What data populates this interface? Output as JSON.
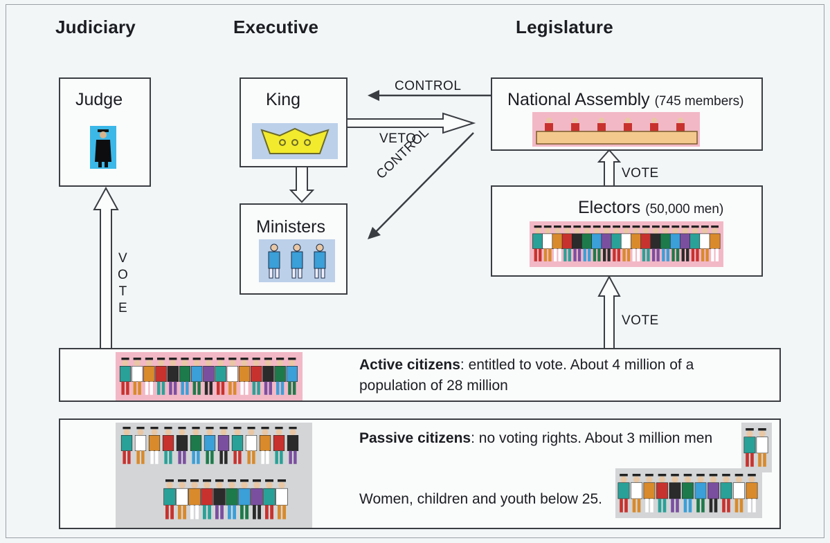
{
  "headings": {
    "judiciary": "Judiciary",
    "executive": "Executive",
    "legislature": "Legislature"
  },
  "boxes": {
    "judge": "Judge",
    "king": "King",
    "ministers": "Ministers",
    "assembly_title": "National Assembly",
    "assembly_note": "(745 members)",
    "electors_title": "Electors",
    "electors_note": "(50,000 men)"
  },
  "arrow_labels": {
    "control_top": "CONTROL",
    "veto": "VETO",
    "control_diagonal": "CONTROL",
    "vote_assembly": "VOTE",
    "vote_electors": "VOTE",
    "vote_judge": [
      "V",
      "O",
      "T",
      "E"
    ]
  },
  "citizens": {
    "active_label": "Active citizens",
    "active_text": ": entitled to vote. About 4 million of a",
    "active_text2": "population of 28 million",
    "passive_label": "Passive citizens",
    "passive_text": ": no voting rights. About 3 million men",
    "women_text": "Women, children and youth below 25."
  },
  "colors": {
    "pink_card": "#f2b8c6",
    "blue_card": "#bcd0ea",
    "grey_card": "#d3d5d6",
    "crown_yellow": "#f2ea2c",
    "cyan": "#3bb8e8"
  }
}
